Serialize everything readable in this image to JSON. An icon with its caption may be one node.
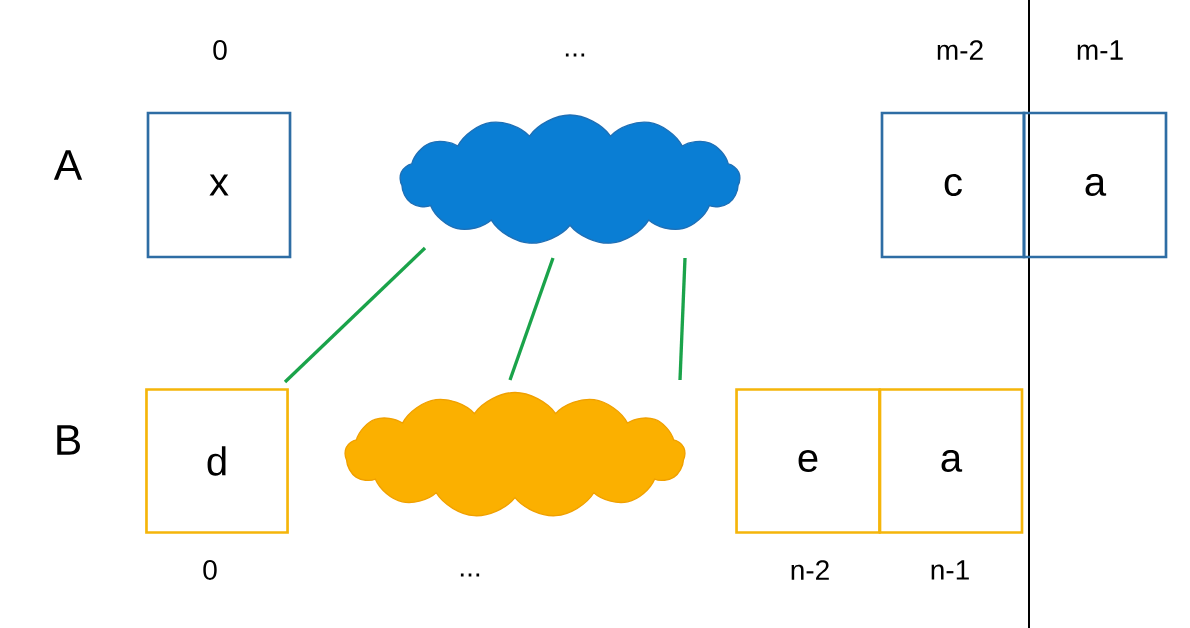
{
  "diagram": {
    "nodes": [
      {
        "text": [
          "x"
        ]
      },
      {
        "text": [],
        "shape": "cloud"
      },
      {
        "text": [
          "c"
        ]
      },
      {
        "text": [
          "a"
        ]
      },
      {
        "text": [
          "d"
        ]
      },
      {
        "text": [],
        "shape": "cloud"
      },
      {
        "text": [
          "e"
        ]
      },
      {
        "text": [
          "a"
        ]
      }
    ],
    "edges": [
      {
        "from": 1,
        "to": 4,
        "arrow": "none",
        "color": "#1aa34a"
      },
      {
        "from": 1,
        "to": 5,
        "arrow": "none",
        "color": "#1aa34a"
      },
      {
        "from": 1,
        "to": 5,
        "arrow": "none",
        "color": "#1aa34a"
      }
    ],
    "labels": [
      "0",
      "...",
      "m-2",
      "m-1",
      "A",
      "B",
      "0",
      "...",
      "n-2",
      "n-1"
    ]
  }
}
